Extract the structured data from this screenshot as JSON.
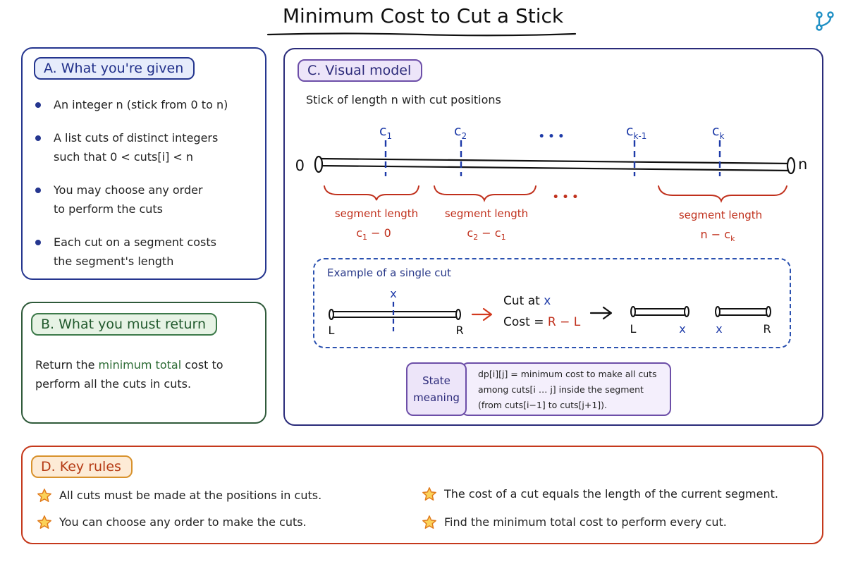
{
  "title": "Minimum Cost to Cut a Stick",
  "panelA": {
    "tag": "A. What you're given",
    "items": [
      [
        "An integer n (stick from 0 to n)"
      ],
      [
        "A list cuts of distinct integers",
        "such that 0 < cuts[i] < n"
      ],
      [
        "You may choose any order",
        "to perform the cuts"
      ],
      [
        "Each cut on a segment costs",
        "the segment's length"
      ]
    ]
  },
  "panelB": {
    "tag": "B. What you must return",
    "text_pre": "Return the ",
    "text_highlight": "minimum total",
    "text_post_line1": " cost to",
    "text_line2": "perform all the cuts in cuts."
  },
  "panelC": {
    "tag": "C. Visual model",
    "subtitle": "Stick of length n with cut positions",
    "end_left": "0",
    "end_right": "n",
    "cut_labels": [
      {
        "base": "c",
        "sub": "1"
      },
      {
        "base": "c",
        "sub": "2"
      },
      {
        "base": "c",
        "sub": "k-1"
      },
      {
        "base": "c",
        "sub": "k"
      }
    ],
    "ellipsis": "• • •",
    "segments": [
      {
        "label": "segment length",
        "formula_parts": [
          "c",
          "1",
          " − 0"
        ]
      },
      {
        "label": "segment length",
        "formula_parts": [
          "c",
          "2",
          " − c",
          "1"
        ]
      },
      {
        "label": "segment length",
        "formula_parts": [
          "n − c",
          "k"
        ]
      }
    ],
    "example": {
      "title": "Example of a single cut",
      "x_label": "x",
      "left": "L",
      "right": "R",
      "cut_at": "Cut at ",
      "cut_var": "x",
      "cost_label": "Cost = ",
      "cost_formula": "R − L",
      "result_labels": [
        "L",
        "x",
        "x",
        "R"
      ]
    },
    "state": {
      "tag_line1": "State",
      "tag_line2": "meaning",
      "lines": [
        "dp[i][j] = minimum cost to make all cuts",
        "among cuts[i … j] inside the segment",
        "(from cuts[i−1] to cuts[j+1])."
      ]
    }
  },
  "panelD": {
    "tag": "D. Key rules",
    "rules": [
      "All cuts must be made at the positions in cuts.",
      "You can choose any order to make the cuts.",
      "The cost of a cut equals the length of the current segment.",
      "Find the minimum total cost to perform every cut."
    ]
  },
  "colors": {
    "blue": "#25368f",
    "green": "#2f5a3a",
    "purple": "#2a2b7a",
    "red": "#c5391c",
    "cut_blue": "#1d3aa8",
    "segment_red": "#c0301c",
    "star": "#f0a21c"
  },
  "icons": {
    "corner": "branch-icon",
    "rule": "star-icon"
  }
}
